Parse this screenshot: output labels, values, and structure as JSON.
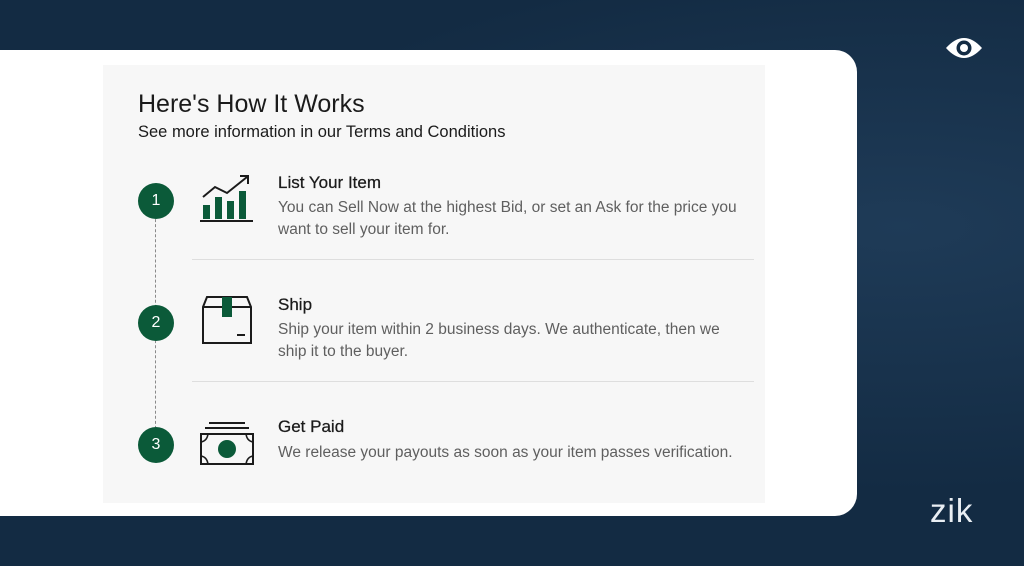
{
  "section": {
    "title": "Here's How It Works",
    "subtitle": "See more information in our Terms and Conditions"
  },
  "steps": [
    {
      "number": "1",
      "icon": "growth-chart-icon",
      "title": "List Your Item",
      "description": "You can Sell Now at the highest Bid, or set an Ask for the price you want to sell your item for."
    },
    {
      "number": "2",
      "icon": "shipping-box-icon",
      "title": "Ship",
      "description": "Ship your item within 2 business days. We authenticate, then we ship it to the buyer."
    },
    {
      "number": "3",
      "icon": "cash-icon",
      "title": "Get Paid",
      "description": "We release your payouts as soon as your item passes verification."
    }
  ],
  "overlay": {
    "eye_icon": "eye-icon",
    "brand": "zik"
  },
  "colors": {
    "background": "#132b43",
    "accent_green": "#0b5a39",
    "panel": "#f7f7f7"
  }
}
